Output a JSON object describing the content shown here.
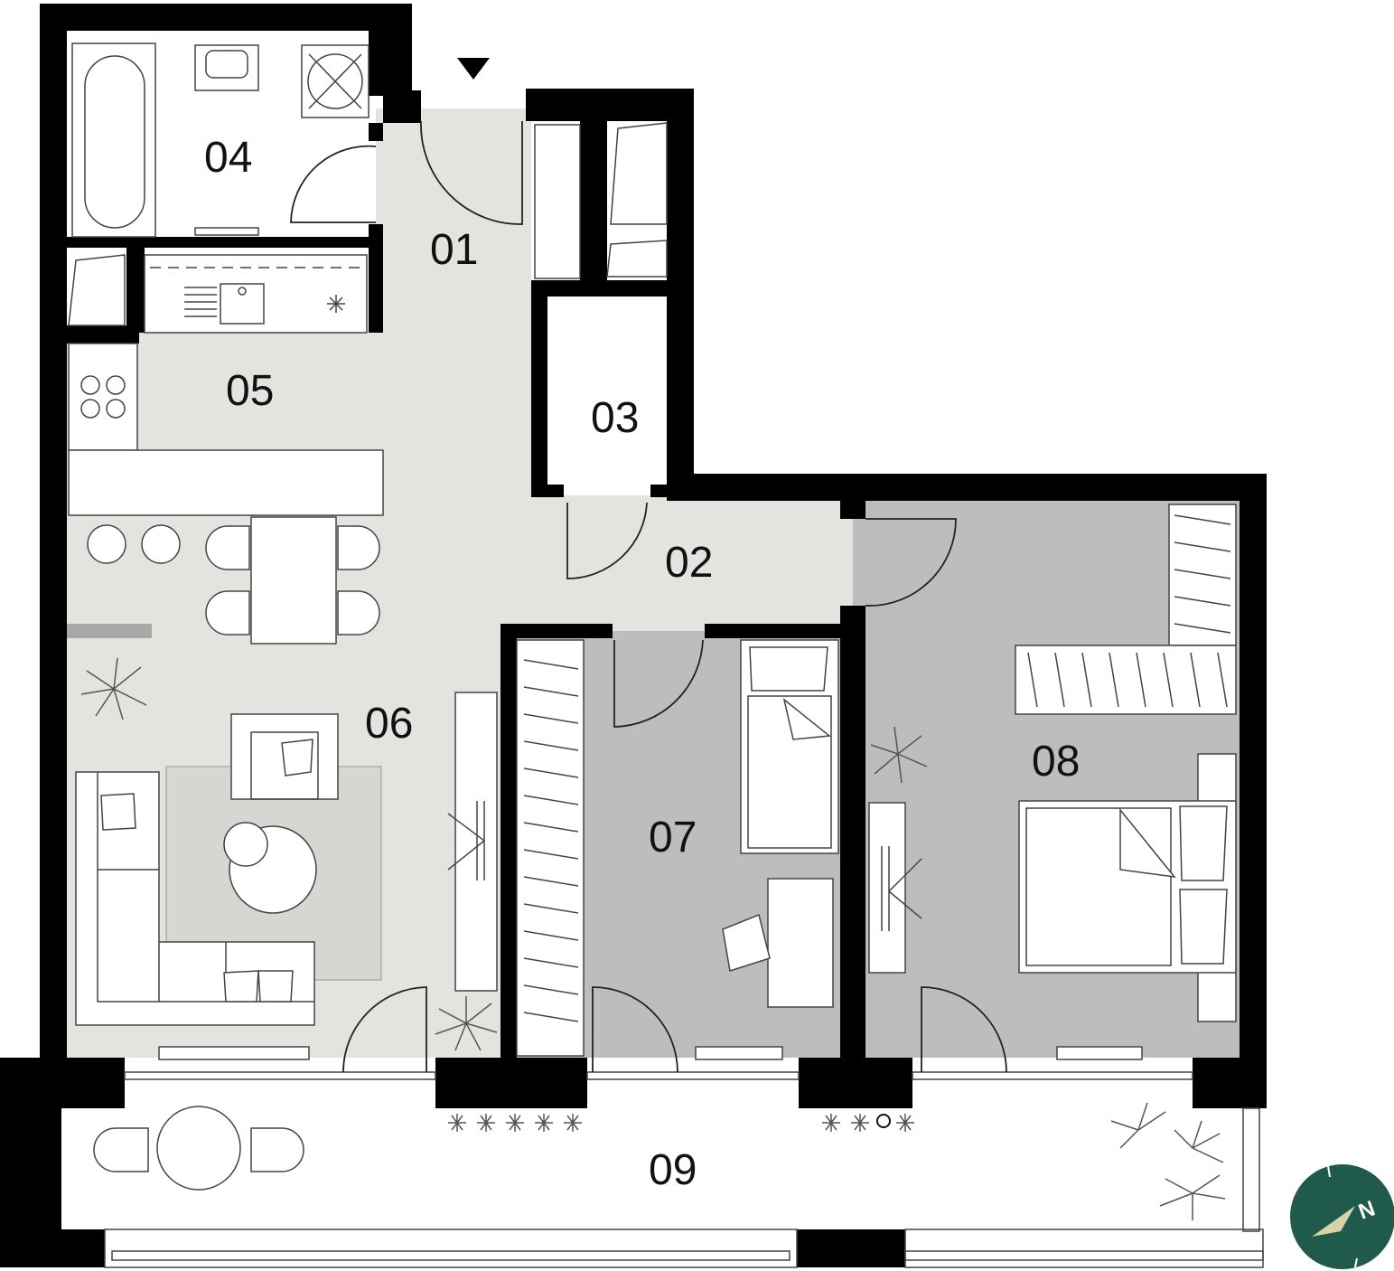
{
  "plan": {
    "rooms": [
      {
        "id": "01",
        "label": "01"
      },
      {
        "id": "02",
        "label": "02"
      },
      {
        "id": "03",
        "label": "03"
      },
      {
        "id": "04",
        "label": "04"
      },
      {
        "id": "05",
        "label": "05"
      },
      {
        "id": "06",
        "label": "06"
      },
      {
        "id": "07",
        "label": "07"
      },
      {
        "id": "08",
        "label": "08"
      },
      {
        "id": "09",
        "label": "09"
      }
    ],
    "compass": {
      "label": "N",
      "color": "#1f5a4a"
    }
  },
  "colors": {
    "wall": "#000000",
    "floor_light": "#e3e4e0",
    "floor_bedroom": "#bdbdbd",
    "background": "#ffffff"
  }
}
